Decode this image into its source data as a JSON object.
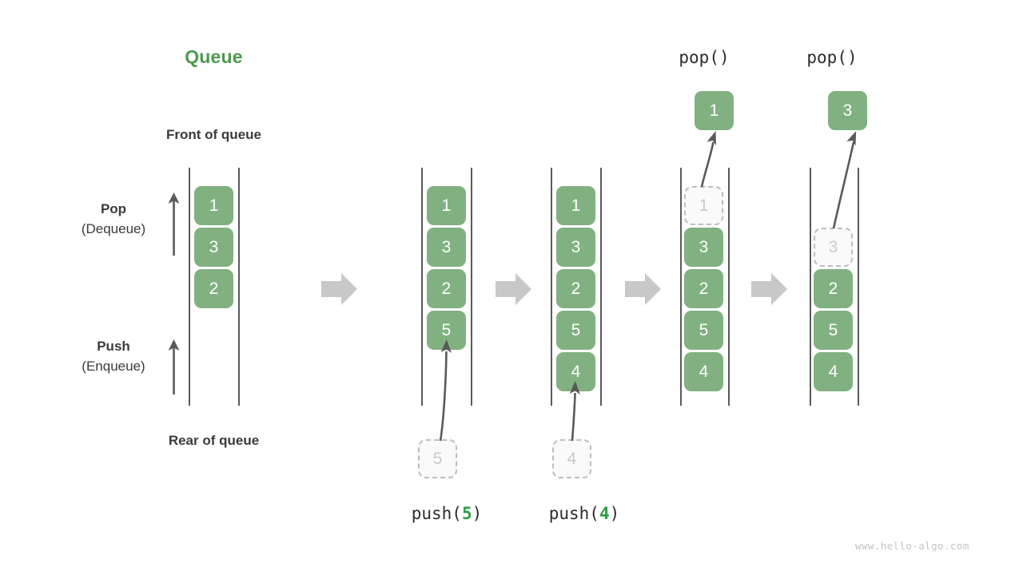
{
  "diagram": {
    "title": "Queue",
    "front_label": "Front of queue",
    "rear_label": "Rear of queue",
    "watermark": "www.hello-algo.com",
    "colors": {
      "accent_green": "#4c9a4c",
      "cell_green": "#81b181",
      "ghost_border": "#bdbdbd",
      "ghost_text": "#c9c9c9",
      "rail": "#5a5a5a",
      "arrow": "#5a5a5a",
      "step_arrow": "#c8c8c8",
      "text": "#3b3b3b"
    },
    "side_labels": [
      {
        "name": "pop",
        "line1": "Pop",
        "line2": "(Dequeue)"
      },
      {
        "name": "push",
        "line1": "Push",
        "line2": "(Enqueue)"
      }
    ],
    "columns": [
      {
        "name": "initial-queue",
        "cells": [
          "1",
          "3",
          "2"
        ],
        "ghost_index": -1,
        "caption": null,
        "result_cell": null,
        "incoming_cell": null
      },
      {
        "name": "after-push-5",
        "cells": [
          "1",
          "3",
          "2",
          "5"
        ],
        "ghost_index": -1,
        "caption": {
          "prefix": "push(",
          "value": "5",
          "suffix": ")"
        },
        "result_cell": null,
        "incoming_cell": "5"
      },
      {
        "name": "after-push-4",
        "cells": [
          "1",
          "3",
          "2",
          "5",
          "4"
        ],
        "ghost_index": -1,
        "caption": {
          "prefix": "push(",
          "value": "4",
          "suffix": ")"
        },
        "result_cell": null,
        "incoming_cell": "4"
      },
      {
        "name": "after-pop-1",
        "cells": [
          "1",
          "3",
          "2",
          "5",
          "4"
        ],
        "ghost_index": 0,
        "caption": {
          "prefix": "pop()",
          "value": "",
          "suffix": ""
        },
        "result_cell": "1",
        "incoming_cell": null
      },
      {
        "name": "after-pop-3",
        "cells": [
          "3",
          "2",
          "5",
          "4"
        ],
        "ghost_index": 0,
        "caption": {
          "prefix": "pop()",
          "value": "",
          "suffix": ""
        },
        "result_cell": "3",
        "incoming_cell": null
      }
    ],
    "step_arrows": [
      "step-arrow-1",
      "step-arrow-2",
      "step-arrow-3",
      "step-arrow-4"
    ]
  }
}
